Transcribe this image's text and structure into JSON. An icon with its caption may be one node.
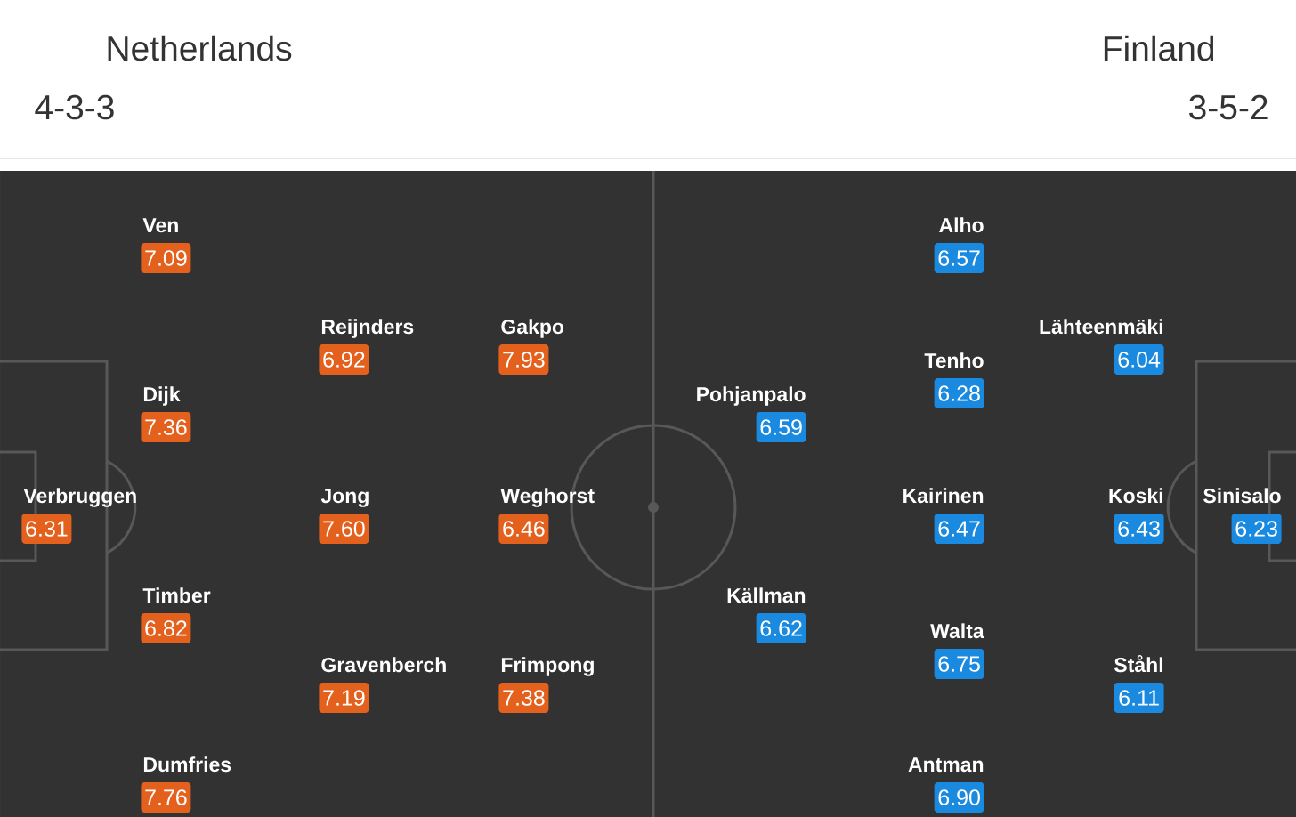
{
  "diagram": {
    "nodes": [
      {
        "text": [
          "Ven",
          "7.09"
        ]
      },
      {
        "text": [
          "Reijnders",
          "6.92"
        ]
      },
      {
        "text": [
          "Gakpo",
          "7.93"
        ]
      },
      {
        "text": [
          "Dijk",
          "7.36"
        ]
      },
      {
        "text": [
          "Verbruggen",
          "6.31"
        ]
      },
      {
        "text": [
          "Jong",
          "7.60"
        ]
      },
      {
        "text": [
          "Weghorst",
          "6.46"
        ]
      },
      {
        "text": [
          "Timber",
          "6.82"
        ]
      },
      {
        "text": [
          "Gravenberch",
          "7.19"
        ]
      },
      {
        "text": [
          "Frimpong",
          "7.38"
        ]
      },
      {
        "text": [
          "Dumfries",
          "7.76"
        ]
      },
      {
        "text": [
          "Alho",
          "6.57"
        ]
      },
      {
        "text": [
          "Lähteenmäki",
          "6.04"
        ]
      },
      {
        "text": [
          "Tenho",
          "6.28"
        ]
      },
      {
        "text": [
          "Pohjanpalo",
          "6.59"
        ]
      },
      {
        "text": [
          "Kairinen",
          "6.47"
        ]
      },
      {
        "text": [
          "Koski",
          "6.43"
        ]
      },
      {
        "text": [
          "Sinisalo",
          "6.23"
        ]
      },
      {
        "text": [
          "Källman",
          "6.62"
        ]
      },
      {
        "text": [
          "Walta",
          "6.75"
        ]
      },
      {
        "text": [
          "Ståhl",
          "6.11"
        ]
      },
      {
        "text": [
          "Antman",
          "6.90"
        ]
      }
    ],
    "labels": [
      "Netherlands",
      "Finland",
      "4-3-3",
      "3-5-2"
    ]
  }
}
